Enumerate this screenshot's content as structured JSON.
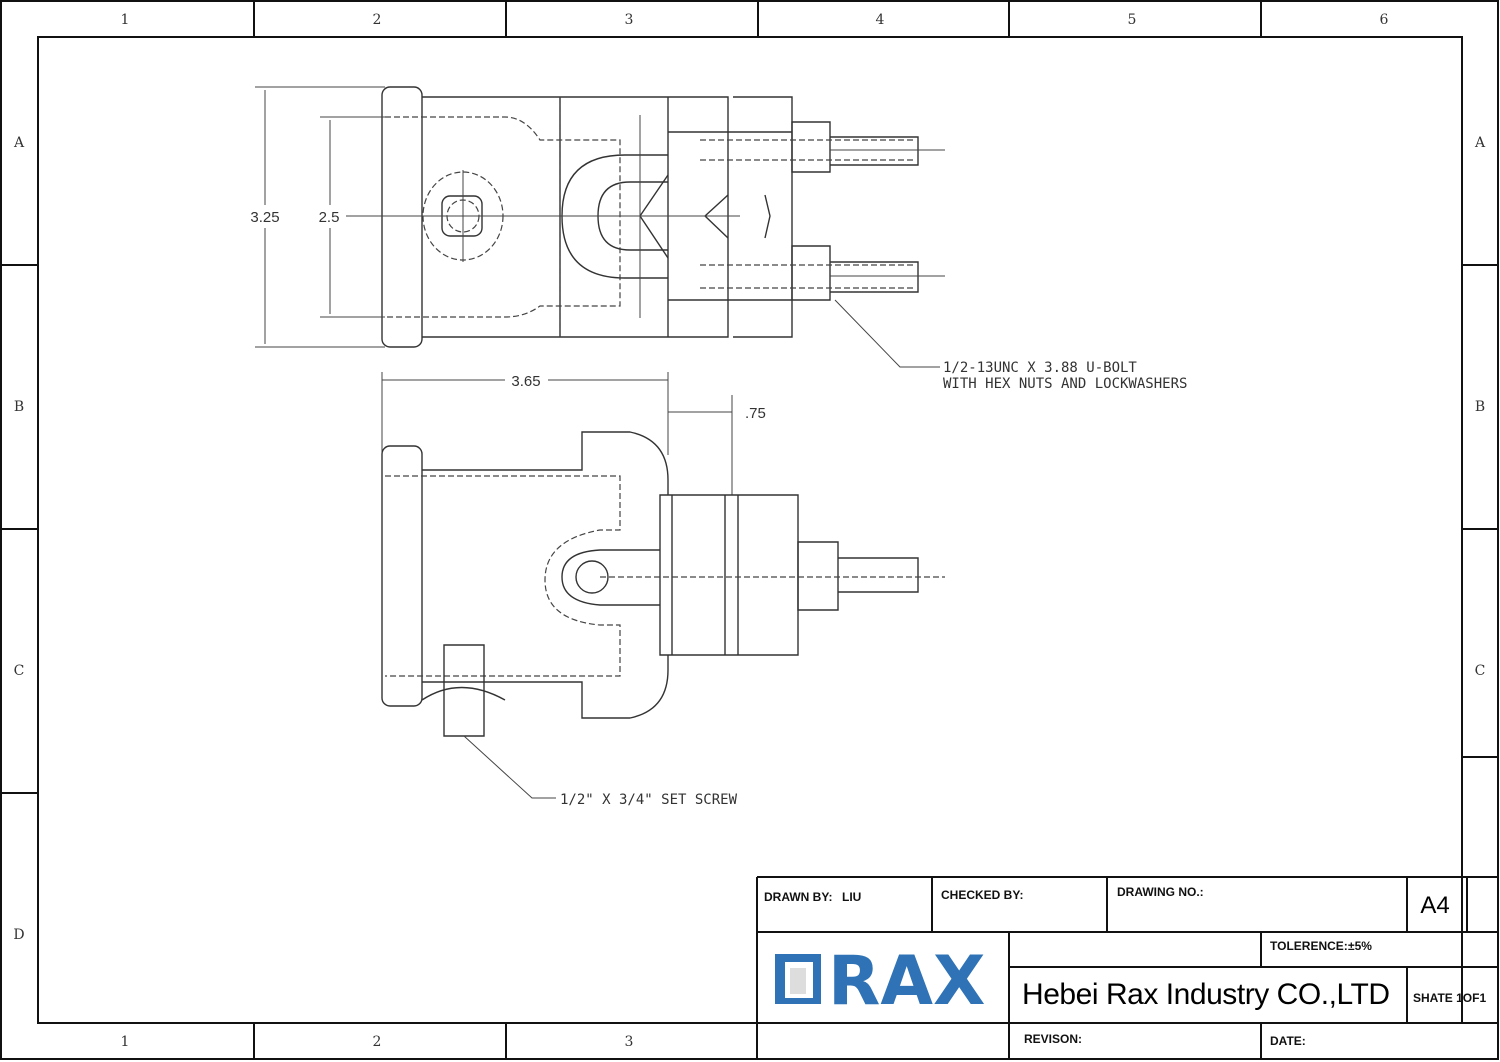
{
  "zones": {
    "columns": [
      "1",
      "2",
      "3",
      "4",
      "5",
      "6"
    ],
    "rows": [
      "A",
      "B",
      "C",
      "D"
    ]
  },
  "dimensions": {
    "overall_height": "3.25",
    "inner_height": "2.5",
    "length": "3.65",
    "offset": ".75"
  },
  "notes": {
    "ubolt_line1": "1/2-13UNC X 3.88 U-BOLT",
    "ubolt_line2": "WITH HEX NUTS AND LOCKWASHERS",
    "set_screw": "1/2\" X 3/4\" SET SCREW"
  },
  "title_block": {
    "drawn_by_label": "DRAWN BY:",
    "drawn_by_value": "LIU",
    "checked_by_label": "CHECKED BY:",
    "drawing_no_label": "DRAWING NO.:",
    "sheet_size": "A4",
    "logo_text": "RAX",
    "tolerance_label": "TOLERENCE:",
    "tolerance_value": "±5%",
    "company": "Hebei Rax Industry CO.,LTD",
    "sheet": "SHATE 1OF1",
    "revision_label": "REVISON:",
    "date_label": "DATE:"
  },
  "colors": {
    "brand": "#2f73b6"
  }
}
